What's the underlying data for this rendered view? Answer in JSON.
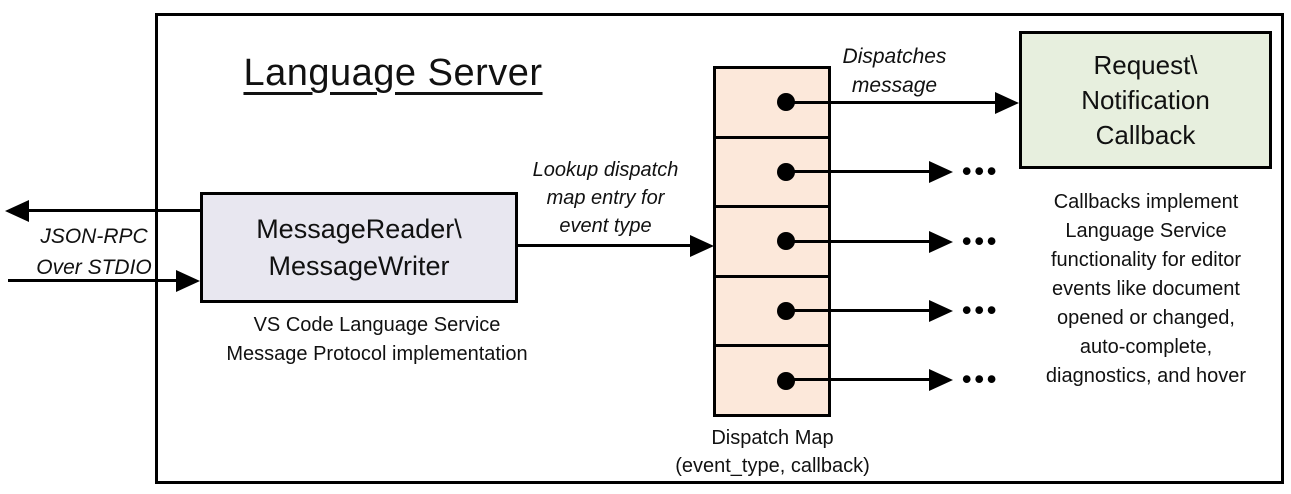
{
  "title": "Language Server",
  "colors": {
    "message_box_fill": "#e8e7f0",
    "dispatch_map_fill": "#fce8da",
    "callback_box_fill": "#e7efde",
    "line_color": "#000000"
  },
  "stdio_channel": {
    "lines": [
      "JSON-RPC",
      "Over STDIO"
    ]
  },
  "message_box": {
    "lines": [
      "MessageReader\\",
      "MessageWriter"
    ],
    "caption": [
      "VS Code Language Service",
      "Message Protocol implementation"
    ]
  },
  "lookup_label": {
    "lines": [
      "Lookup dispatch",
      "map entry for",
      "event type"
    ]
  },
  "dispatch_label": {
    "lines": [
      "Dispatches",
      "message"
    ]
  },
  "dispatch_map": {
    "caption": [
      "Dispatch Map",
      "(event_type, callback)"
    ],
    "row_count": 5,
    "ellipsis": "•••"
  },
  "callback_box": {
    "lines": [
      "Request\\",
      "Notification",
      "Callback"
    ]
  },
  "callback_note": {
    "lines": [
      "Callbacks implement",
      "Language Service",
      "functionality for editor",
      "events like document",
      "opened or changed,",
      "auto-complete,",
      "diagnostics, and hover"
    ]
  }
}
